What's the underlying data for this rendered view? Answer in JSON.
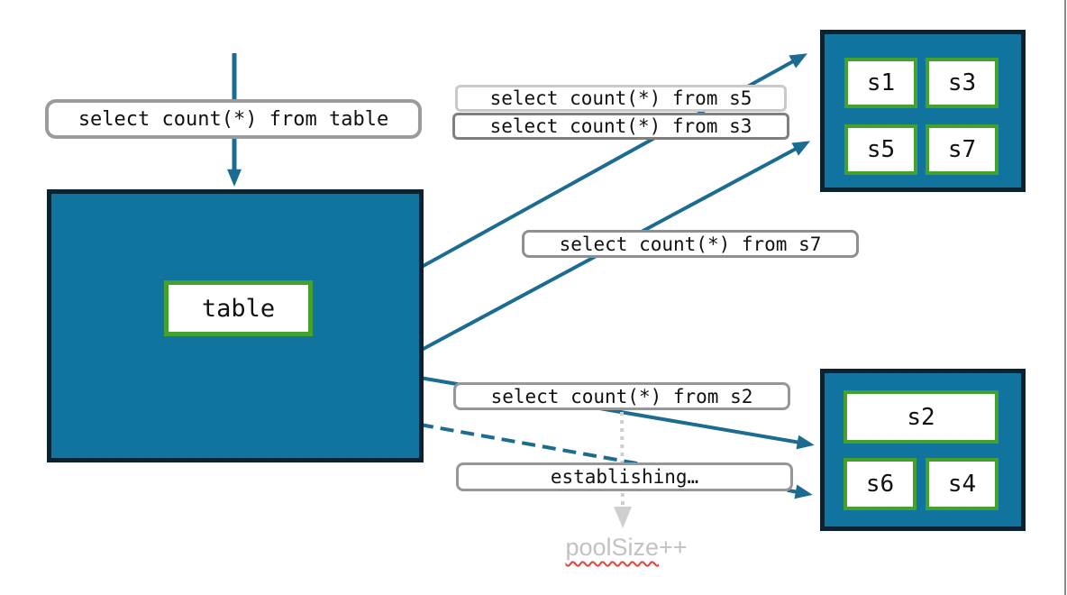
{
  "colors": {
    "node_fill": "#10749F",
    "node_border": "#0B2233",
    "shard_border_green": "#44A12E",
    "connector_teal": "#1C6B90",
    "label_border_gray": "#979797",
    "label_border_light": "#C9C9C9",
    "label_border_dark": "#7F7F7F",
    "muted_text_gray": "#C2C2C2",
    "dotted_arrow_gray": "#CFCFCF",
    "spellcheck_red": "#E0443A"
  },
  "queries": {
    "from_table": "select count(*) from table",
    "from_s5": "select count(*) from s5",
    "from_s3": "select count(*) from s3",
    "from_s7": "select count(*) from s7",
    "from_s2": "select count(*) from s2"
  },
  "status": {
    "establishing": "establishing…"
  },
  "pool": {
    "word": "poolSize",
    "suffix": "++"
  },
  "nodes": {
    "table": "table"
  },
  "shards": {
    "top": [
      "s1",
      "s3",
      "s5",
      "s7"
    ],
    "bottom": [
      "s2",
      "s6",
      "s4"
    ]
  }
}
